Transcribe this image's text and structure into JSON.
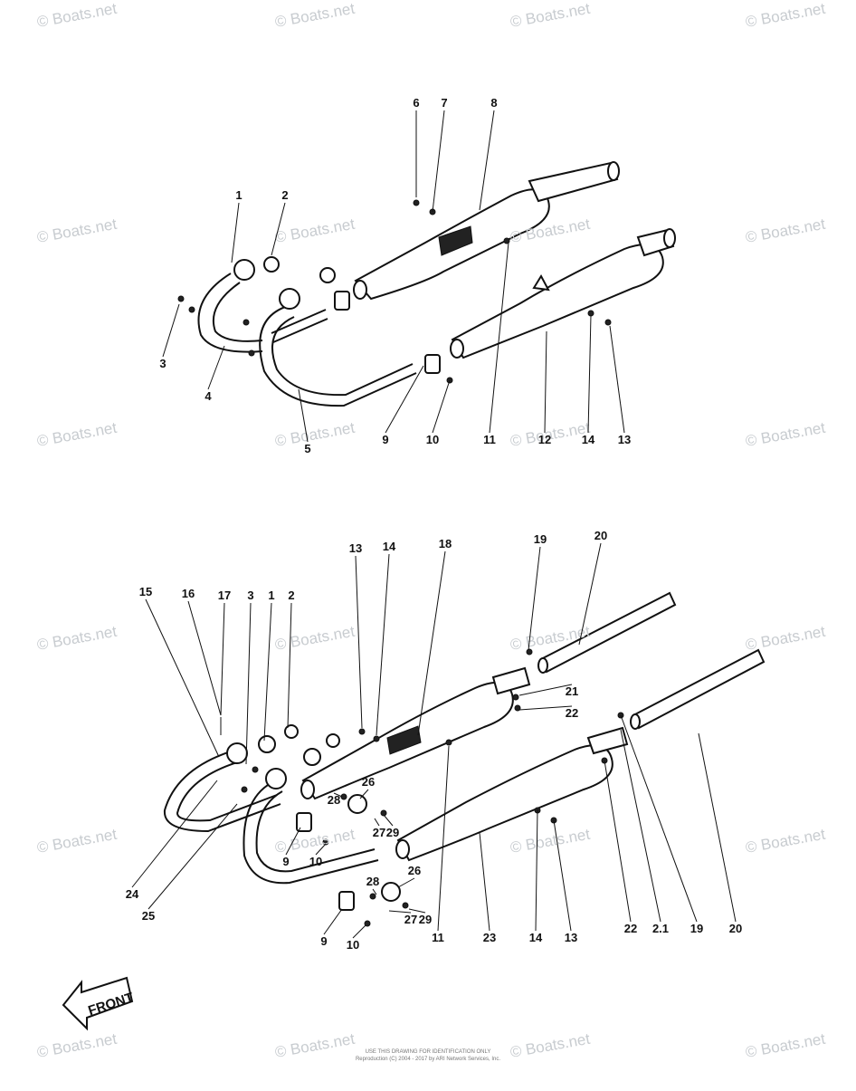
{
  "watermark": "© Boats.net",
  "upper_callouts": [
    "6",
    "7",
    "8",
    "1",
    "2",
    "3",
    "4",
    "5",
    "9",
    "10",
    "11",
    "12",
    "14",
    "13"
  ],
  "lower_callouts": [
    "13",
    "14",
    "18",
    "19",
    "20",
    "15",
    "16",
    "17",
    "3",
    "1",
    "2",
    "21",
    "22",
    "26",
    "28",
    "27",
    "29",
    "9",
    "10",
    "24",
    "25",
    "28",
    "26",
    "27",
    "29",
    "9",
    "10",
    "11",
    "23",
    "14",
    "13",
    "22",
    "2.1",
    "19",
    "20"
  ],
  "front_label": "FRONT",
  "copyright_line1": "USE THIS DRAWING FOR IDENTIFICATION ONLY",
  "copyright_line2": "Reproduction (C) 2004 - 2017 by ARI Network Services, Inc."
}
